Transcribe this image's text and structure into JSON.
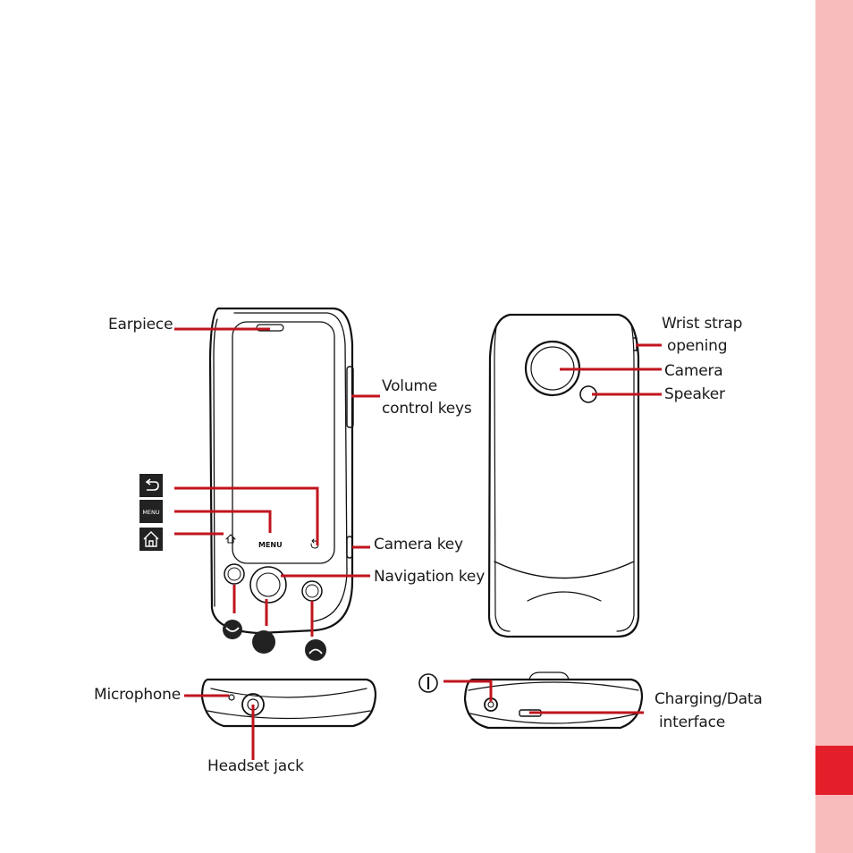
{
  "labels": {
    "earpiece": "Earpiece",
    "volume_line1": "Volume",
    "volume_line2": "control keys",
    "camera_key": "Camera key",
    "navigation_key": "Navigation key",
    "wrist_strap_line1": "Wrist strap",
    "wrist_strap_line2": "opening",
    "camera": "Camera",
    "speaker": "Speaker",
    "microphone": "Microphone",
    "headset_jack": "Headset jack",
    "charging_line1": "Charging/Data",
    "charging_line2": "interface"
  },
  "keys": {
    "menu_text": "MENU"
  },
  "icons": [
    "back-key-icon",
    "menu-key-icon",
    "home-key-icon",
    "call-key-icon",
    "trackball-icon",
    "end-key-icon",
    "power-key-icon"
  ],
  "colors": {
    "callout": "#c0141e",
    "side_tab": "#f8bcbc",
    "side_marker": "#e3202a"
  }
}
